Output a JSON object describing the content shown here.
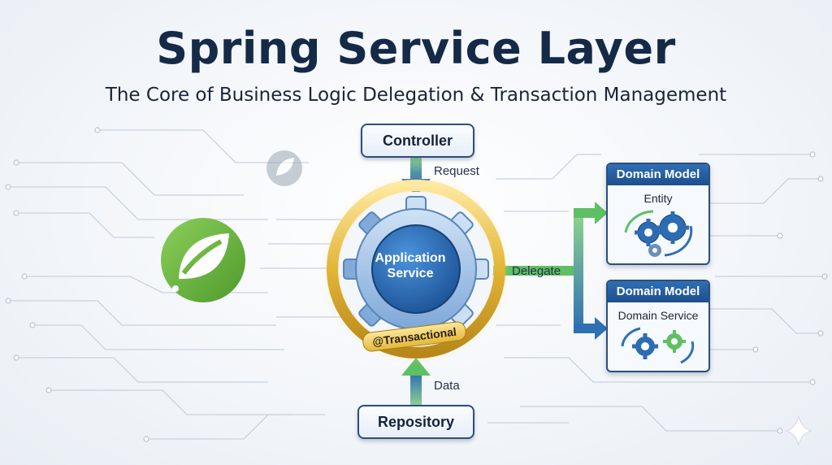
{
  "header": {
    "title": "Spring Service Layer",
    "subtitle": "The Core of Business Logic Delegation & Transaction Management"
  },
  "nodes": {
    "controller": "Controller",
    "repository": "Repository",
    "service": "Application Service",
    "transactional": "@Transactional"
  },
  "edges": {
    "request": "Request",
    "data": "Data",
    "delegate": "Delegate"
  },
  "domain_models": [
    {
      "header": "Domain Model",
      "label": "Entity"
    },
    {
      "header": "Domain Model",
      "label": "Domain Service"
    }
  ],
  "colors": {
    "title": "#142a47",
    "spring_green": "#6db33f",
    "gold": "#e2b536",
    "blue": "#2c6cb3",
    "arrow_green": "#5fbf63"
  },
  "icons": [
    "spring-leaf-logo",
    "spring-leaf-logo-faded",
    "gear-icon",
    "cycle-arrow-icon",
    "sparkle-icon"
  ]
}
